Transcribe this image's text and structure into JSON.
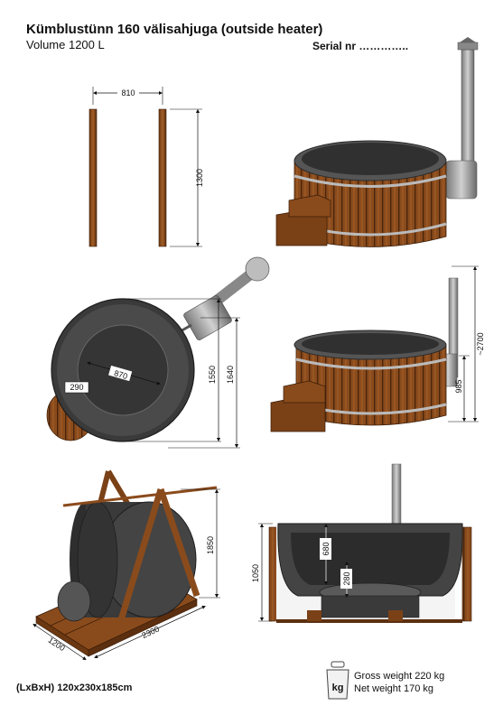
{
  "header": {
    "title": "Kümblustünn 160 välisahjuga (outside heater)",
    "volume": "Volume 1200 L",
    "serial": "Serial nr ………….."
  },
  "dimensions": {
    "top_width": "810",
    "top_height": "1300",
    "plan_870": "870",
    "plan_290": "290",
    "plan_1550": "1550",
    "plan_1640": "1640",
    "side_2700": "~2700",
    "side_985": "985",
    "transport_1850": "1850",
    "transport_2300": "2300",
    "transport_1200": "1200",
    "section_1050": "1050",
    "section_680": "680",
    "section_280": "280"
  },
  "footer": {
    "lbh": "(LxBxH) 120x230x185cm",
    "gross": "Gross weight 220 kg",
    "net": "Net weight 170 kg",
    "kg_icon_label": "kg"
  },
  "colors": {
    "wood": "#8a4b1c",
    "wood_dark": "#5c2f10",
    "liner": "#3c3c3c",
    "steel": "#9a9a9a"
  }
}
